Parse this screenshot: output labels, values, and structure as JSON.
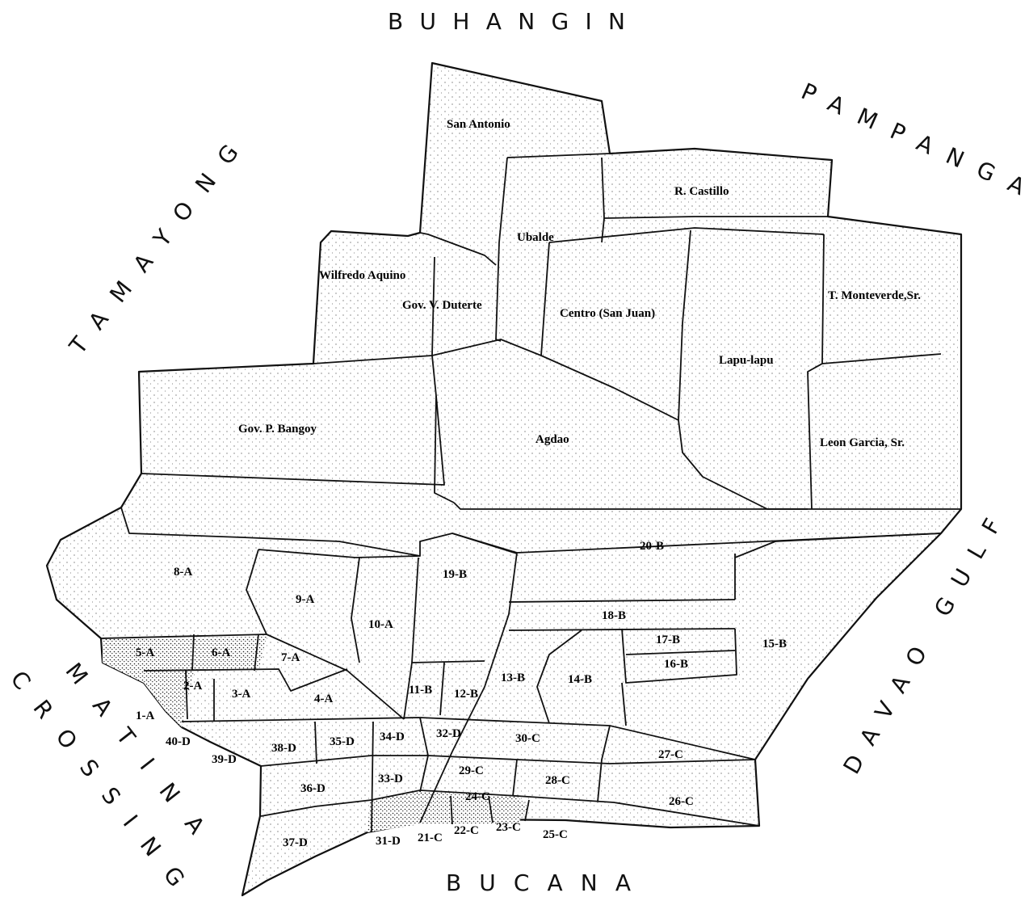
{
  "surrounding": {
    "north": "BUHANGIN",
    "northeast": "PAMPANGA",
    "northwest": "TAMAYONG",
    "east": "DAVAO GULF",
    "southwest_1": "MATINA",
    "southwest_2": "CROSSING",
    "south": "BUCANA"
  },
  "barangays": [
    "San Antonio",
    "R. Castillo",
    "Ubalde",
    "Wilfredo Aquino",
    "Gov. V. Duterte",
    "Centro (San Juan)",
    "T. Monteverde,Sr.",
    "Lapu-lapu",
    "Gov. P. Bangoy",
    "Agdao",
    "Leon Garcia, Sr.",
    "20-B",
    "8-A",
    "19-B",
    "9-A",
    "10-A",
    "18-B",
    "17-B",
    "15-B",
    "16-B",
    "5-A",
    "6-A",
    "7-A",
    "2-A",
    "3-A",
    "4-A",
    "11-B",
    "12-B",
    "13-B",
    "14-B",
    "1-A",
    "40-D",
    "39-D",
    "38-D",
    "35-D",
    "34-D",
    "32-D",
    "30-C",
    "27-C",
    "36-D",
    "33-D",
    "29-C",
    "28-C",
    "24-C",
    "26-C",
    "37-D",
    "31-D",
    "21-C",
    "22-C",
    "23-C",
    "25-C"
  ]
}
